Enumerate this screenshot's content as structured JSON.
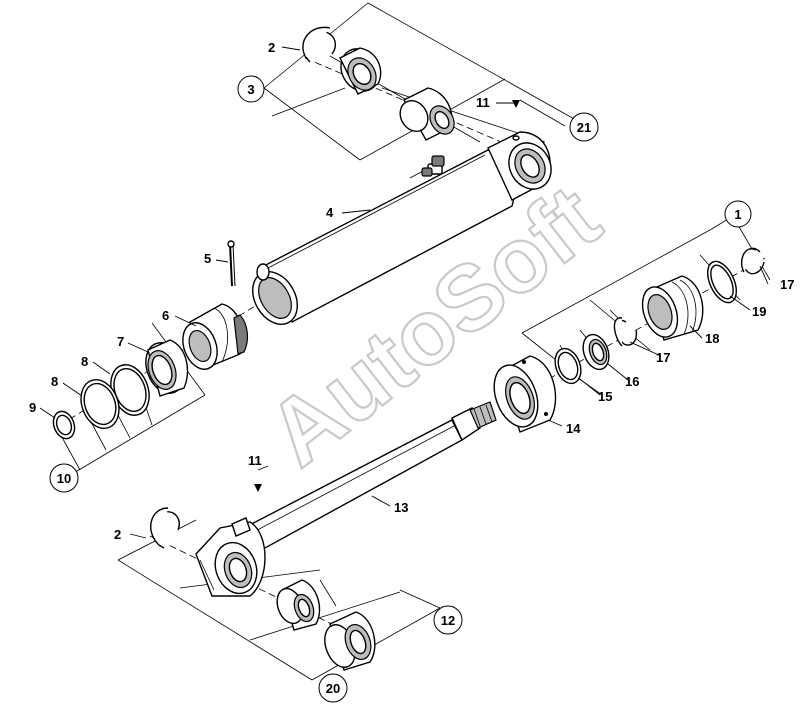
{
  "watermark": "AutoSoft",
  "labels": {
    "p2_top": "2",
    "p3": "3",
    "p11_top": "11",
    "p21": "21",
    "p4": "4",
    "p5": "5",
    "p6": "6",
    "p7": "7",
    "p8_a": "8",
    "p8_b": "8",
    "p9": "9",
    "p10": "10",
    "p1": "1",
    "p17_a": "17",
    "p19": "19",
    "p18": "18",
    "p17_b": "17",
    "p16": "16",
    "p15": "15",
    "p14": "14",
    "p11_bot": "11",
    "p13": "13",
    "p2_bot": "2",
    "p12": "12",
    "p20": "20"
  }
}
